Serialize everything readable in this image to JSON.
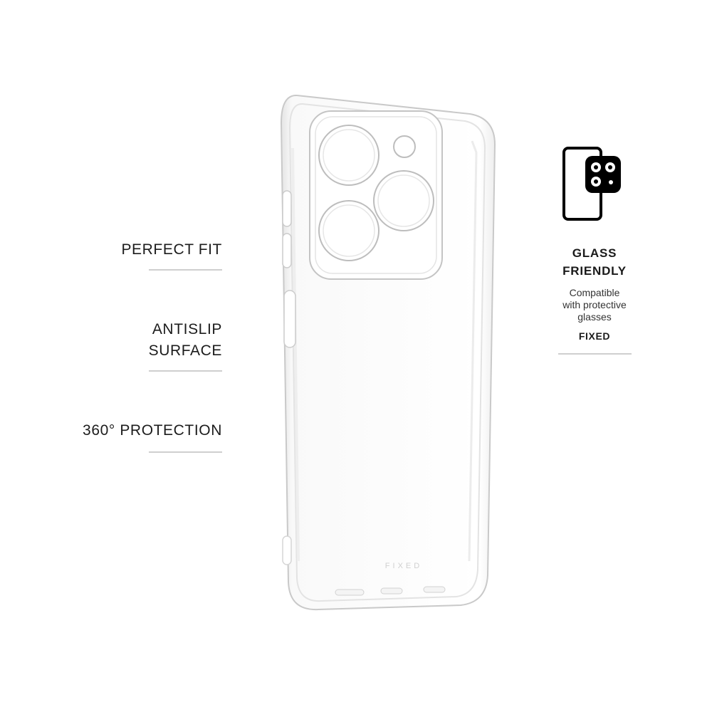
{
  "features": [
    {
      "label": "PERFECT FIT"
    },
    {
      "label": "ANTISLIP\nSURFACE"
    },
    {
      "label": "360° PROTECTION"
    }
  ],
  "product": {
    "case_logo": "FIXED",
    "icon": "phone-with-camera-protector-icon"
  },
  "badge": {
    "title": "GLASS\nFRIENDLY",
    "description": "Compatible\nwith protective\nglasses",
    "brand": "FIXED",
    "icon": "glass-friendly-icon"
  },
  "colors": {
    "text": "#1a1a1a",
    "rule": "#cfcfcf",
    "icon": "#000000"
  }
}
